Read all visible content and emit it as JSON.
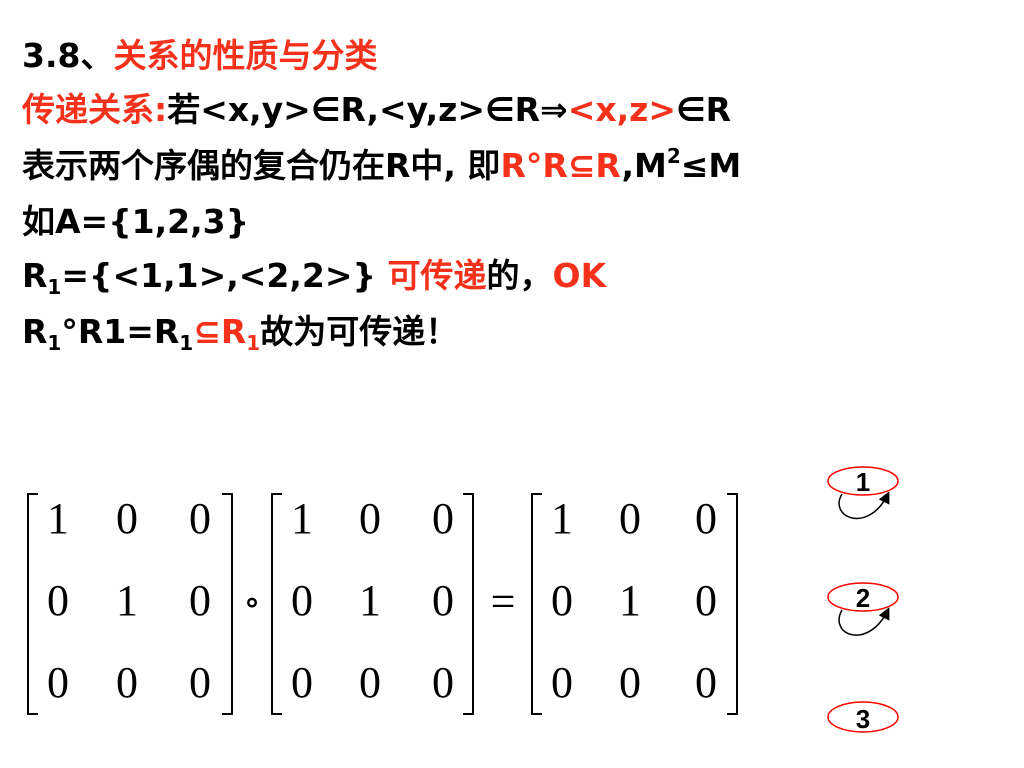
{
  "heading": {
    "number": "3.8、",
    "title": "关系的性质与分类"
  },
  "definition": {
    "term": "传递关系:",
    "if": "若",
    "pair_xy": "<x,y>",
    "in_sym": "∈",
    "R": "R",
    "comma": ",",
    "pair_yz": "<y,z>",
    "implies": "⇒",
    "pair_xz": "<x,z>"
  },
  "explanation": {
    "text": " 表示两个序偶的复合仍在R中, 即",
    "compose_expr": "R°R",
    "subset": "⊆",
    "R_red": "R",
    "matrix_part": ",M",
    "exp": "2",
    "leq": "≤M"
  },
  "example_set": "如A={1,2,3}",
  "relation_line": {
    "R": "R",
    "sub": "1",
    "body": "={<1,1>,<2,2>}",
    "red_text": "可传递",
    "after": "的，",
    "ok": "OK"
  },
  "composition_line": {
    "R1": "R",
    "s1": "1",
    "mid": "°R1=R",
    "s2": "1",
    "subset": "⊆",
    "R_red": "R",
    "s3": "1",
    "conclusion": "故为可传递！"
  },
  "matrices": [
    [
      [
        "1",
        "0",
        "0"
      ],
      [
        "0",
        "1",
        "0"
      ],
      [
        "0",
        "0",
        "0"
      ]
    ],
    [
      [
        "1",
        "0",
        "0"
      ],
      [
        "0",
        "1",
        "0"
      ],
      [
        "0",
        "0",
        "0"
      ]
    ],
    [
      [
        "1",
        "0",
        "0"
      ],
      [
        "0",
        "1",
        "0"
      ],
      [
        "0",
        "0",
        "0"
      ]
    ]
  ],
  "operators": {
    "compose": "∘",
    "equals": "="
  },
  "graph": {
    "nodes": [
      "1",
      "2",
      "3"
    ],
    "self_loops": [
      "1",
      "2"
    ],
    "node_stroke": "#ff0000"
  }
}
